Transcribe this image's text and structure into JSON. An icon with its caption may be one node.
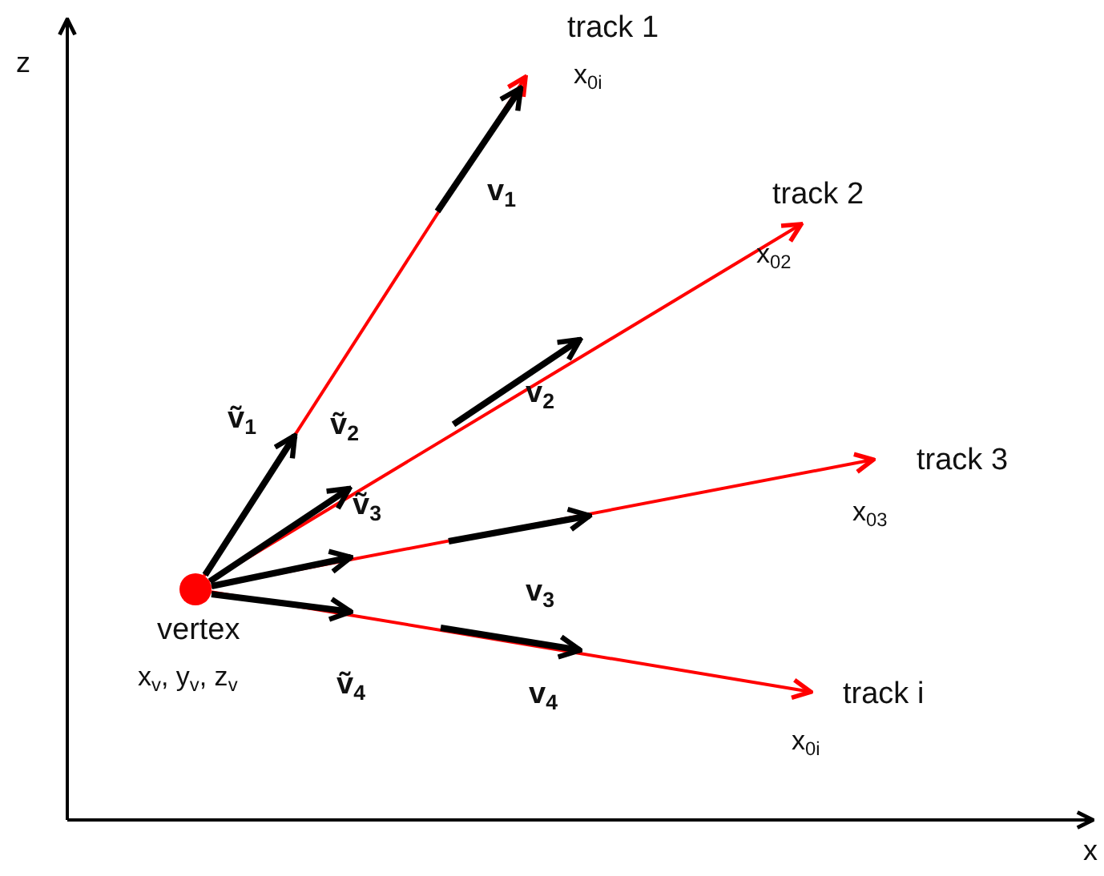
{
  "diagram": {
    "nodes": [
      {
        "text": [],
        "shape": "circle",
        "beside": [
          "vertex",
          "x$_{v}$, y$_{v}$, z$_{v}$"
        ]
      },
      {
        "text": [
          "track 1"
        ],
        "beside": [
          "x$_{0i}$"
        ]
      },
      {
        "text": [
          "track 2"
        ],
        "beside": [
          "x$_{02}$"
        ]
      },
      {
        "text": [
          "track 3"
        ],
        "beside": [
          "x$_{03}$"
        ]
      },
      {
        "text": [
          "track i"
        ],
        "beside": [
          "x$_{0i}$"
        ]
      }
    ],
    "edges": [
      {
        "from": 0,
        "to": 1,
        "arrow": "to"
      },
      {
        "from": 0,
        "to": 2,
        "arrow": "to"
      },
      {
        "from": 0,
        "to": 3,
        "arrow": "to"
      },
      {
        "from": 0,
        "to": 4,
        "arrow": "to"
      }
    ],
    "labels": [
      "z",
      "ṽ$_{1}$",
      "v$_{1}$",
      "ṽ$_{2}$",
      "v$_{2}$",
      "ṽ$_{3}$",
      "v$_{3}$",
      "ṽ$_{4}$",
      "v$_{4}$",
      "x"
    ]
  }
}
